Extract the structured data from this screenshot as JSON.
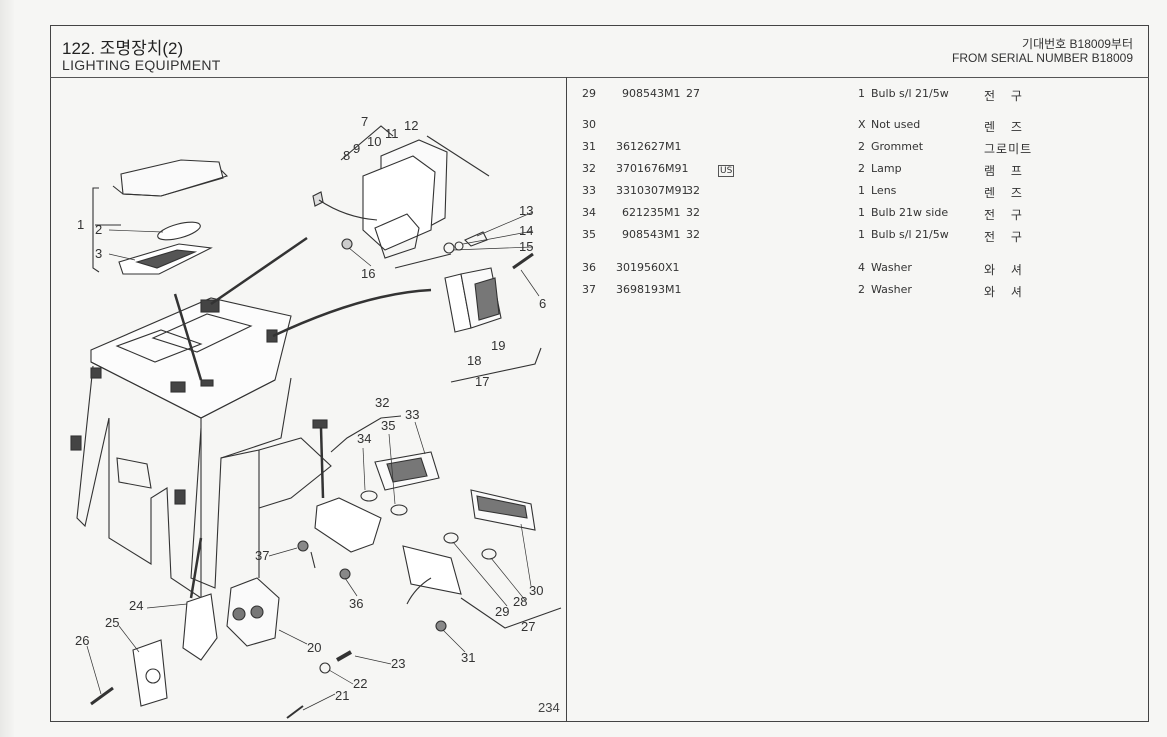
{
  "header": {
    "section_title": "122. 조명장치(2)",
    "section_subtitle": "LIGHTING EQUIPMENT",
    "serial_ko": "기대번호 B18009부터",
    "serial_en": "FROM SERIAL NUMBER B18009"
  },
  "parts_list": [
    {
      "ref": "29",
      "part_no": "908543M1",
      "note": "27",
      "symbol": "",
      "qty": "1",
      "description": "Bulb s/l 21/5w",
      "korean": "전 구"
    },
    {
      "ref": "30",
      "part_no": "",
      "note": "",
      "symbol": "",
      "qty": "X",
      "description": "Not used",
      "korean": "렌 즈"
    },
    {
      "ref": "31",
      "part_no": "3612627M1",
      "note": "",
      "symbol": "",
      "qty": "2",
      "description": "Grommet",
      "korean": "그로미트"
    },
    {
      "ref": "32",
      "part_no": "3701676M91",
      "note": "",
      "symbol": "US",
      "qty": "2",
      "description": "Lamp",
      "korean": "램 프"
    },
    {
      "ref": "33",
      "part_no": "3310307M91",
      "note": "32",
      "symbol": "",
      "qty": "1",
      "description": "Lens",
      "korean": "렌 즈"
    },
    {
      "ref": "34",
      "part_no": "621235M1",
      "note": "32",
      "symbol": "",
      "qty": "1",
      "description": "Bulb 21w side",
      "korean": "전 구"
    },
    {
      "ref": "35",
      "part_no": "908543M1",
      "note": "32",
      "symbol": "",
      "qty": "1",
      "description": "Bulb s/l 21/5w",
      "korean": "전 구"
    },
    {
      "ref": "36",
      "part_no": "3019560X1",
      "note": "",
      "symbol": "",
      "qty": "4",
      "description": "Washer",
      "korean": "와 셔"
    },
    {
      "ref": "37",
      "part_no": "3698193M1",
      "note": "",
      "symbol": "",
      "qty": "2",
      "description": "Washer",
      "korean": "와 셔"
    }
  ],
  "diagram": {
    "callouts": [
      "1",
      "2",
      "3",
      "6",
      "7",
      "8",
      "9",
      "10",
      "11",
      "12",
      "13",
      "14",
      "15",
      "16",
      "17",
      "18",
      "19",
      "20",
      "21",
      "22",
      "23",
      "24",
      "25",
      "26",
      "27",
      "28",
      "29",
      "30",
      "31",
      "32",
      "33",
      "34",
      "35",
      "36",
      "37"
    ]
  },
  "footer": {
    "page_number": "234"
  }
}
